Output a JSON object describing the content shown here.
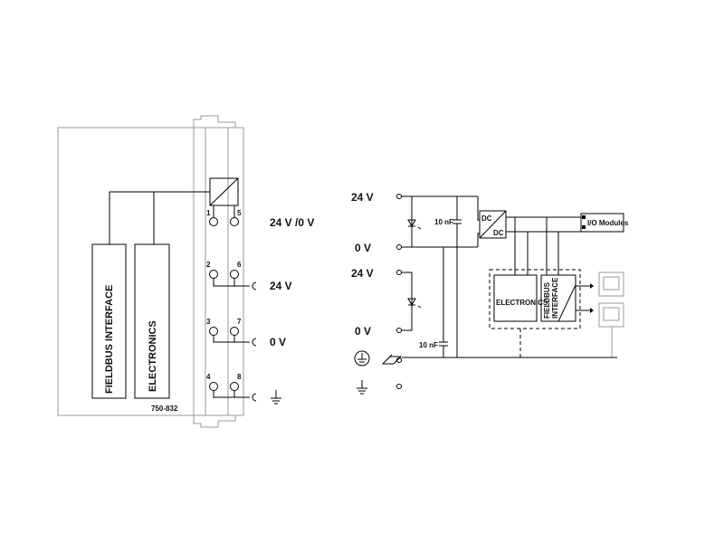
{
  "module": {
    "blocks": {
      "fieldbus_interface": "FIELDBUS INTERFACE",
      "electronics": "ELECTRONICS"
    },
    "terminal_numbers": [
      "1",
      "5",
      "2",
      "6",
      "3",
      "7",
      "4",
      "8"
    ],
    "labels": {
      "row1": "24 V /0 V",
      "row2": "24 V",
      "row3": "0 V",
      "part_number": "750-832"
    }
  },
  "schematic": {
    "supply_labels": [
      "24 V",
      "0 V",
      "24 V",
      "0 V"
    ],
    "capacitor_labels": [
      "10 nF",
      "10 nF"
    ],
    "dcdc_top": "DC",
    "dcdc_bottom": "DC",
    "io_modules": "I/O Modules",
    "electronics": "ELECTRONICS",
    "fieldbus_interface_line1": "FIELDBUS",
    "fieldbus_interface_line2": "INTERFACE"
  }
}
